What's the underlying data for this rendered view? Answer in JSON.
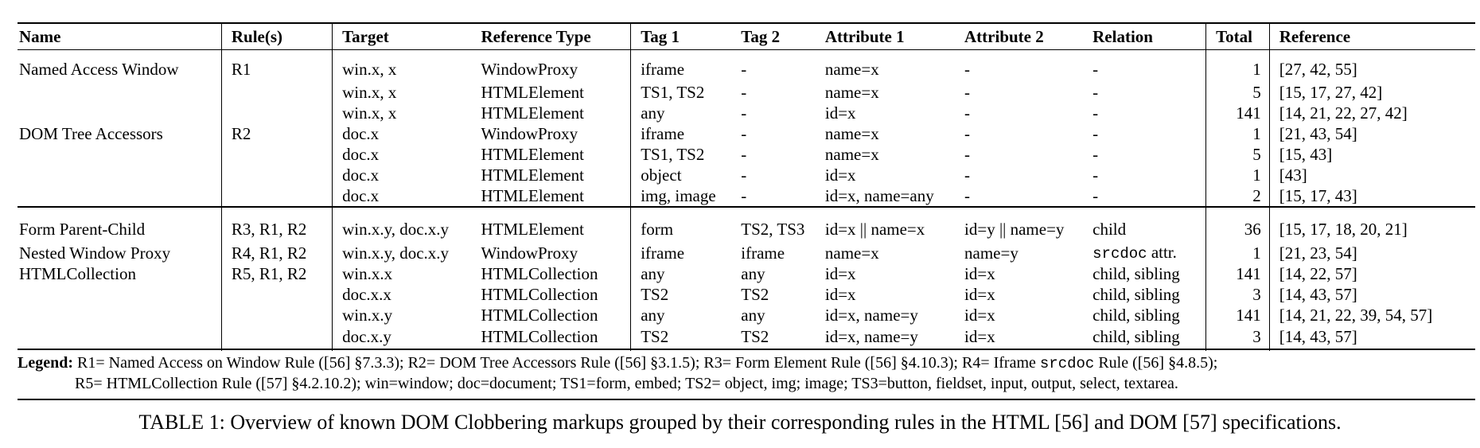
{
  "table": {
    "headers": [
      "Name",
      "Rule(s)",
      "Target",
      "Reference Type",
      "Tag 1",
      "Tag 2",
      "Attribute 1",
      "Attribute 2",
      "Relation",
      "Total",
      "Reference"
    ],
    "group1": [
      [
        "Named Access Window",
        "R1",
        "win.x, x",
        "WindowProxy",
        "iframe",
        "-",
        "name=x",
        "-",
        "-",
        "1",
        "[27, 42, 55]"
      ],
      [
        "",
        "",
        "win.x, x",
        "HTMLElement",
        "TS1, TS2",
        "-",
        "name=x",
        "-",
        "-",
        "5",
        "[15, 17, 27, 42]"
      ],
      [
        "",
        "",
        "win.x, x",
        "HTMLElement",
        "any",
        "-",
        "id=x",
        "-",
        "-",
        "141",
        "[14, 21, 22, 27, 42]"
      ],
      [
        "DOM Tree Accessors",
        "R2",
        "doc.x",
        "WindowProxy",
        "iframe",
        "-",
        "name=x",
        "-",
        "-",
        "1",
        "[21, 43, 54]"
      ],
      [
        "",
        "",
        "doc.x",
        "HTMLElement",
        "TS1, TS2",
        "-",
        "name=x",
        "-",
        "-",
        "5",
        "[15, 43]"
      ],
      [
        "",
        "",
        "doc.x",
        "HTMLElement",
        "object",
        "-",
        "id=x",
        "-",
        "-",
        "1",
        "[43]"
      ],
      [
        "",
        "",
        "doc.x",
        "HTMLElement",
        "img, image",
        "-",
        "id=x, name=any",
        "-",
        "-",
        "2",
        "[15, 17, 43]"
      ]
    ],
    "group2": [
      [
        "Form Parent-Child",
        "R3, R1, R2",
        "win.x.y, doc.x.y",
        "HTMLElement",
        "form",
        "TS2, TS3",
        "id=x || name=x",
        "id=y || name=y",
        "child",
        "36",
        "[15, 17, 18, 20, 21]"
      ],
      [
        "Nested Window Proxy",
        "R4, R1, R2",
        "win.x.y, doc.x.y",
        "WindowProxy",
        "iframe",
        "iframe",
        "name=x",
        "name=y",
        "srcdoc",
        "1",
        "[21, 23, 54]"
      ],
      [
        "HTMLCollection",
        "R5, R1, R2",
        "win.x.x",
        "HTMLCollection",
        "any",
        "any",
        "id=x",
        "id=x",
        "child, sibling",
        "141",
        "[14, 22, 57]"
      ],
      [
        "",
        "",
        "doc.x.x",
        "HTMLCollection",
        "TS2",
        "TS2",
        "id=x",
        "id=x",
        "child, sibling",
        "3",
        "[14, 43, 57]"
      ],
      [
        "",
        "",
        "win.x.y",
        "HTMLCollection",
        "any",
        "any",
        "id=x, name=y",
        "id=x",
        "child, sibling",
        "141",
        "[14, 21, 22, 39, 54, 57]"
      ],
      [
        "",
        "",
        "doc.x.y",
        "HTMLCollection",
        "TS2",
        "TS2",
        "id=x, name=y",
        "id=x",
        "child, sibling",
        "3",
        "[14, 43, 57]"
      ]
    ],
    "attr_suffix": " attr."
  },
  "legend": {
    "label": "Legend:",
    "line1_a": " R1= Named Access on Window Rule ([56] §7.3.3); R2= DOM Tree Accessors Rule ([56] §3.1.5); R3= Form Element Rule ([56] §4.10.3); R4= Iframe ",
    "line1_code": "srcdoc",
    "line1_b": " Rule ([56] §4.8.5);",
    "line2": "R5= HTMLCollection Rule ([57] §4.2.10.2); win=window; doc=document; TS1=form, embed; TS2= object, img; image; TS3=button, fieldset, input, output, select, textarea."
  },
  "caption": "TABLE 1: Overview of known DOM Clobbering markups grouped by their corresponding rules in the HTML [56] and DOM [57] specifications."
}
